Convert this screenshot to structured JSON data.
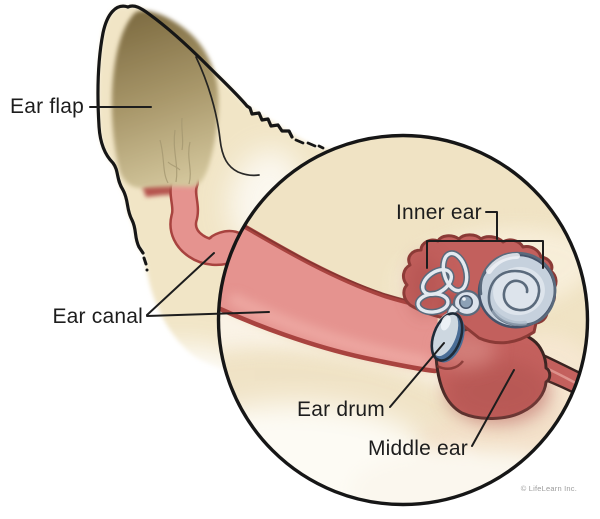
{
  "figure": {
    "subject": "Dog ear anatomy cross-section with magnified inset circle"
  },
  "labels": {
    "ear_flap": "Ear flap",
    "ear_canal": "Ear canal",
    "inner_ear": "Inner ear",
    "ear_drum": "Ear drum",
    "middle_ear": "Middle ear"
  },
  "attribution": "© LifeLearn Inc.",
  "colors": {
    "outline": "#161616",
    "text": "#1d1d1d",
    "head_cream": "#f1e5c6",
    "concha_dark": "#7f6d43",
    "concha_mid": "#a8976a",
    "concha_light": "#d3c69c",
    "canal_pink": "#e5938f",
    "canal_wall": "#a8433f",
    "bulla_red": "#c4615e",
    "bulla_outline": "#3a2421",
    "inner_mass_red": "#c2605d",
    "inner_mass_outline": "#8a3a36",
    "labyrinth_light": "#e3e9f0",
    "labyrinth_stroke": "#5a6a7c",
    "cochlea_body": "#c6d1dd",
    "ear_drum_navy": "#4a6d96",
    "ear_drum_light": "#cdd7e0",
    "interior_beige": "#f0e3c4",
    "interior_cream": "#faf3e6",
    "interior_peach": "#f6e7d2",
    "attribution_gray": "#9b9b9b"
  }
}
